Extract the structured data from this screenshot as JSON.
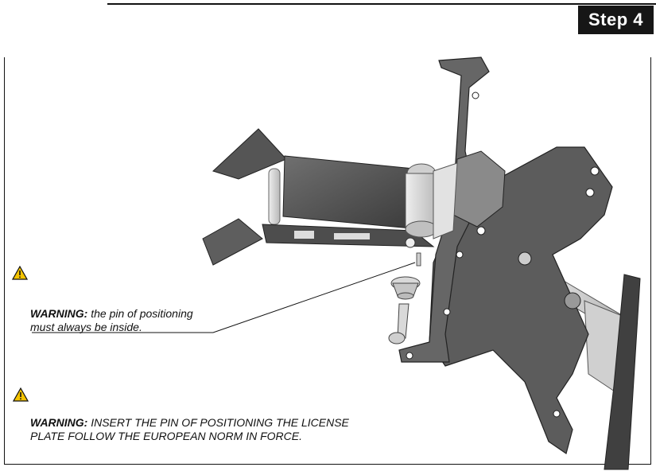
{
  "header": {
    "step_label": "Step 4"
  },
  "warnings": [
    {
      "icon": "warning-triangle-icon",
      "title": "WARNING:",
      "line1": " the pin of positioning",
      "line2": "must always be inside."
    },
    {
      "icon": "warning-triangle-icon",
      "title": "WARNING:",
      "line1": " INSERT THE PIN OF POSITIONING THE LICENSE",
      "line2": "PLATE FOLLOW THE EUROPEAN NORM IN FORCE."
    }
  ],
  "colors": {
    "plate": "#5a5a5a",
    "plate_dark": "#3c3c3c",
    "bracket": "#6e6e6e",
    "light_part": "#d6d6d6",
    "badge": "#161616"
  }
}
